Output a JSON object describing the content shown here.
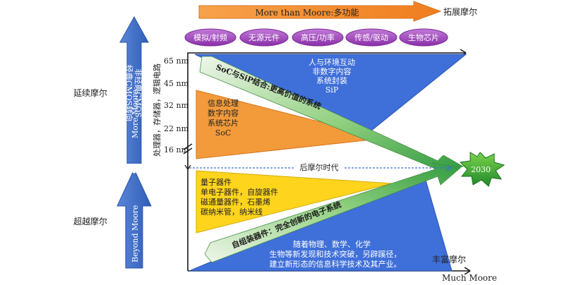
{
  "top_arrow_label": "More than Moore:多功能",
  "top_right_label": "拓展摩尔",
  "function_ovals": [
    "模拟/射频",
    "无源元件",
    "高压/功率",
    "传感/驱动",
    "生物芯片"
  ],
  "left_label_upper": "延续摩尔",
  "left_label_lower": "超越摩尔",
  "left_arrow_up": {
    "title": "More Moore:",
    "line1": "经典CMOS转向",
    "line2": "非经典CMOS"
  },
  "left_arrow_down": "Beyond Moore",
  "vertical_axis_label": "处理器，存储器，逻辑电路",
  "node_labels": [
    "65 nm",
    "45 nm",
    "32 nm",
    "22 nm",
    "16 nm"
  ],
  "sip_block": [
    "人与环境互动",
    "非数字内容",
    "系统封装",
    "SiP"
  ],
  "soc_block": [
    "信息处理",
    "数字内容",
    "系统芯片",
    "SoC"
  ],
  "diagonal_label_top": "SoC与SiP结合:更高价值的系统",
  "post_moore_label": "后摩尔时代",
  "target_year": "2030",
  "quantum_block": [
    "量子器件",
    "单电子器件，自旋器件",
    "磁通量器件，石墨烯",
    "碳纳米管，纳米线"
  ],
  "diagonal_label_bottom": "自组装器件：完全创新的电子系统",
  "bottom_text": [
    "随着物理、数学、化学",
    "生物等新发现和技术突破，另辟蹊径，",
    "建立新形态的信息科学技术及其产业。"
  ],
  "bottom_right_label": "丰富摩尔",
  "bottom_axis_label": "Much Moore",
  "colors": {
    "orange": "#f39a3a",
    "blue": "#3f6fd8",
    "green": "#3aa84a",
    "yellow": "#ffd41c",
    "purple": "#9b3fb6",
    "left_blue": "#3f6ec9"
  }
}
